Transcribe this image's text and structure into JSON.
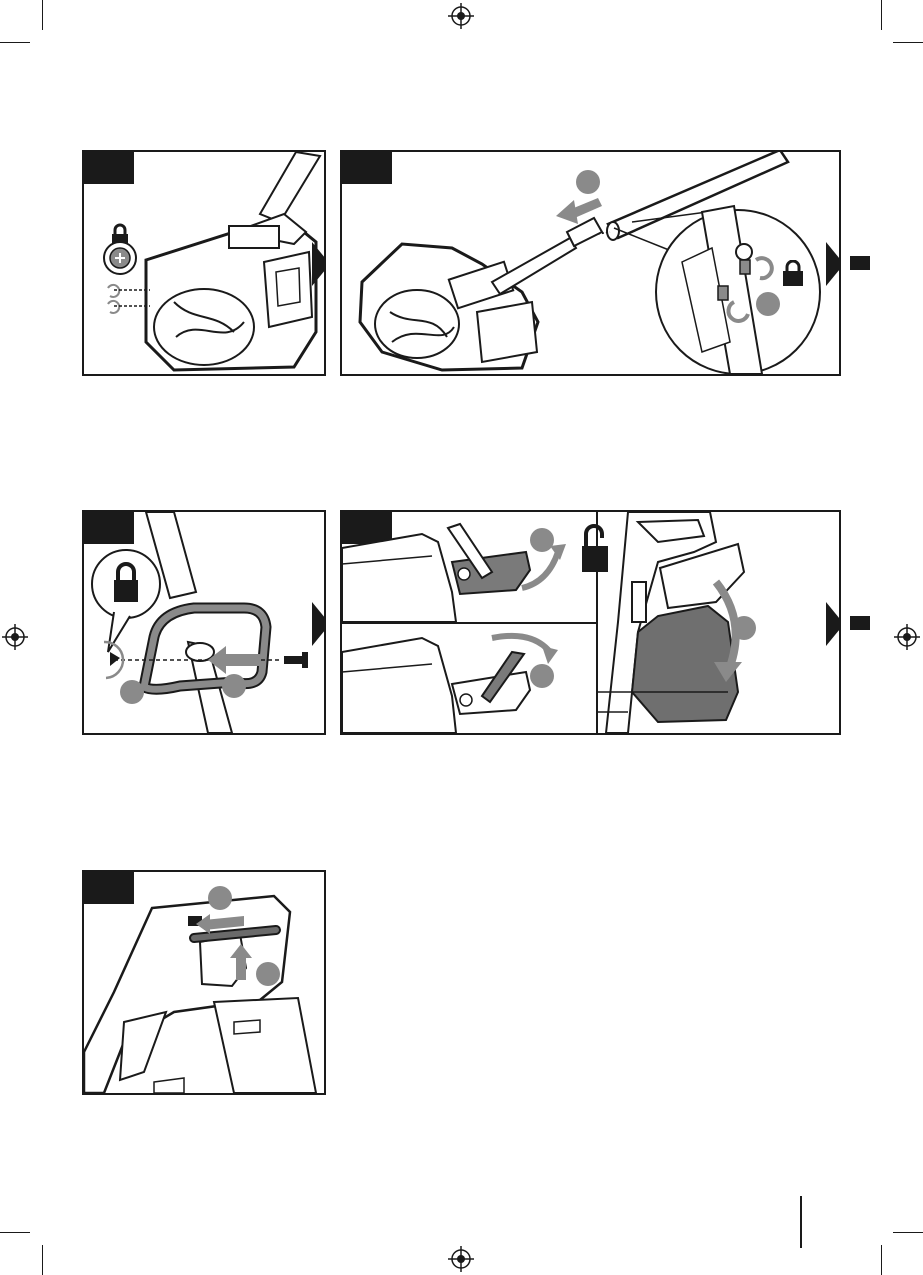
{
  "page": {
    "number": "",
    "brand_color": "#1a1a1a",
    "accent_gray": "#8a8a8a"
  },
  "figures": [
    {
      "id": "fig-1",
      "content": "snow-thrower-lower-shaft"
    },
    {
      "id": "fig-2",
      "content": "shaft-insertion"
    },
    {
      "id": "fig-3",
      "content": "handle-bolt"
    },
    {
      "id": "fig-4",
      "content": "chute-deflector"
    },
    {
      "id": "fig-5",
      "content": "handle-release"
    }
  ],
  "icons": [
    "lock-icon",
    "unlock-icon",
    "screw-icon",
    "arrow-icon",
    "registration-mark-icon"
  ]
}
